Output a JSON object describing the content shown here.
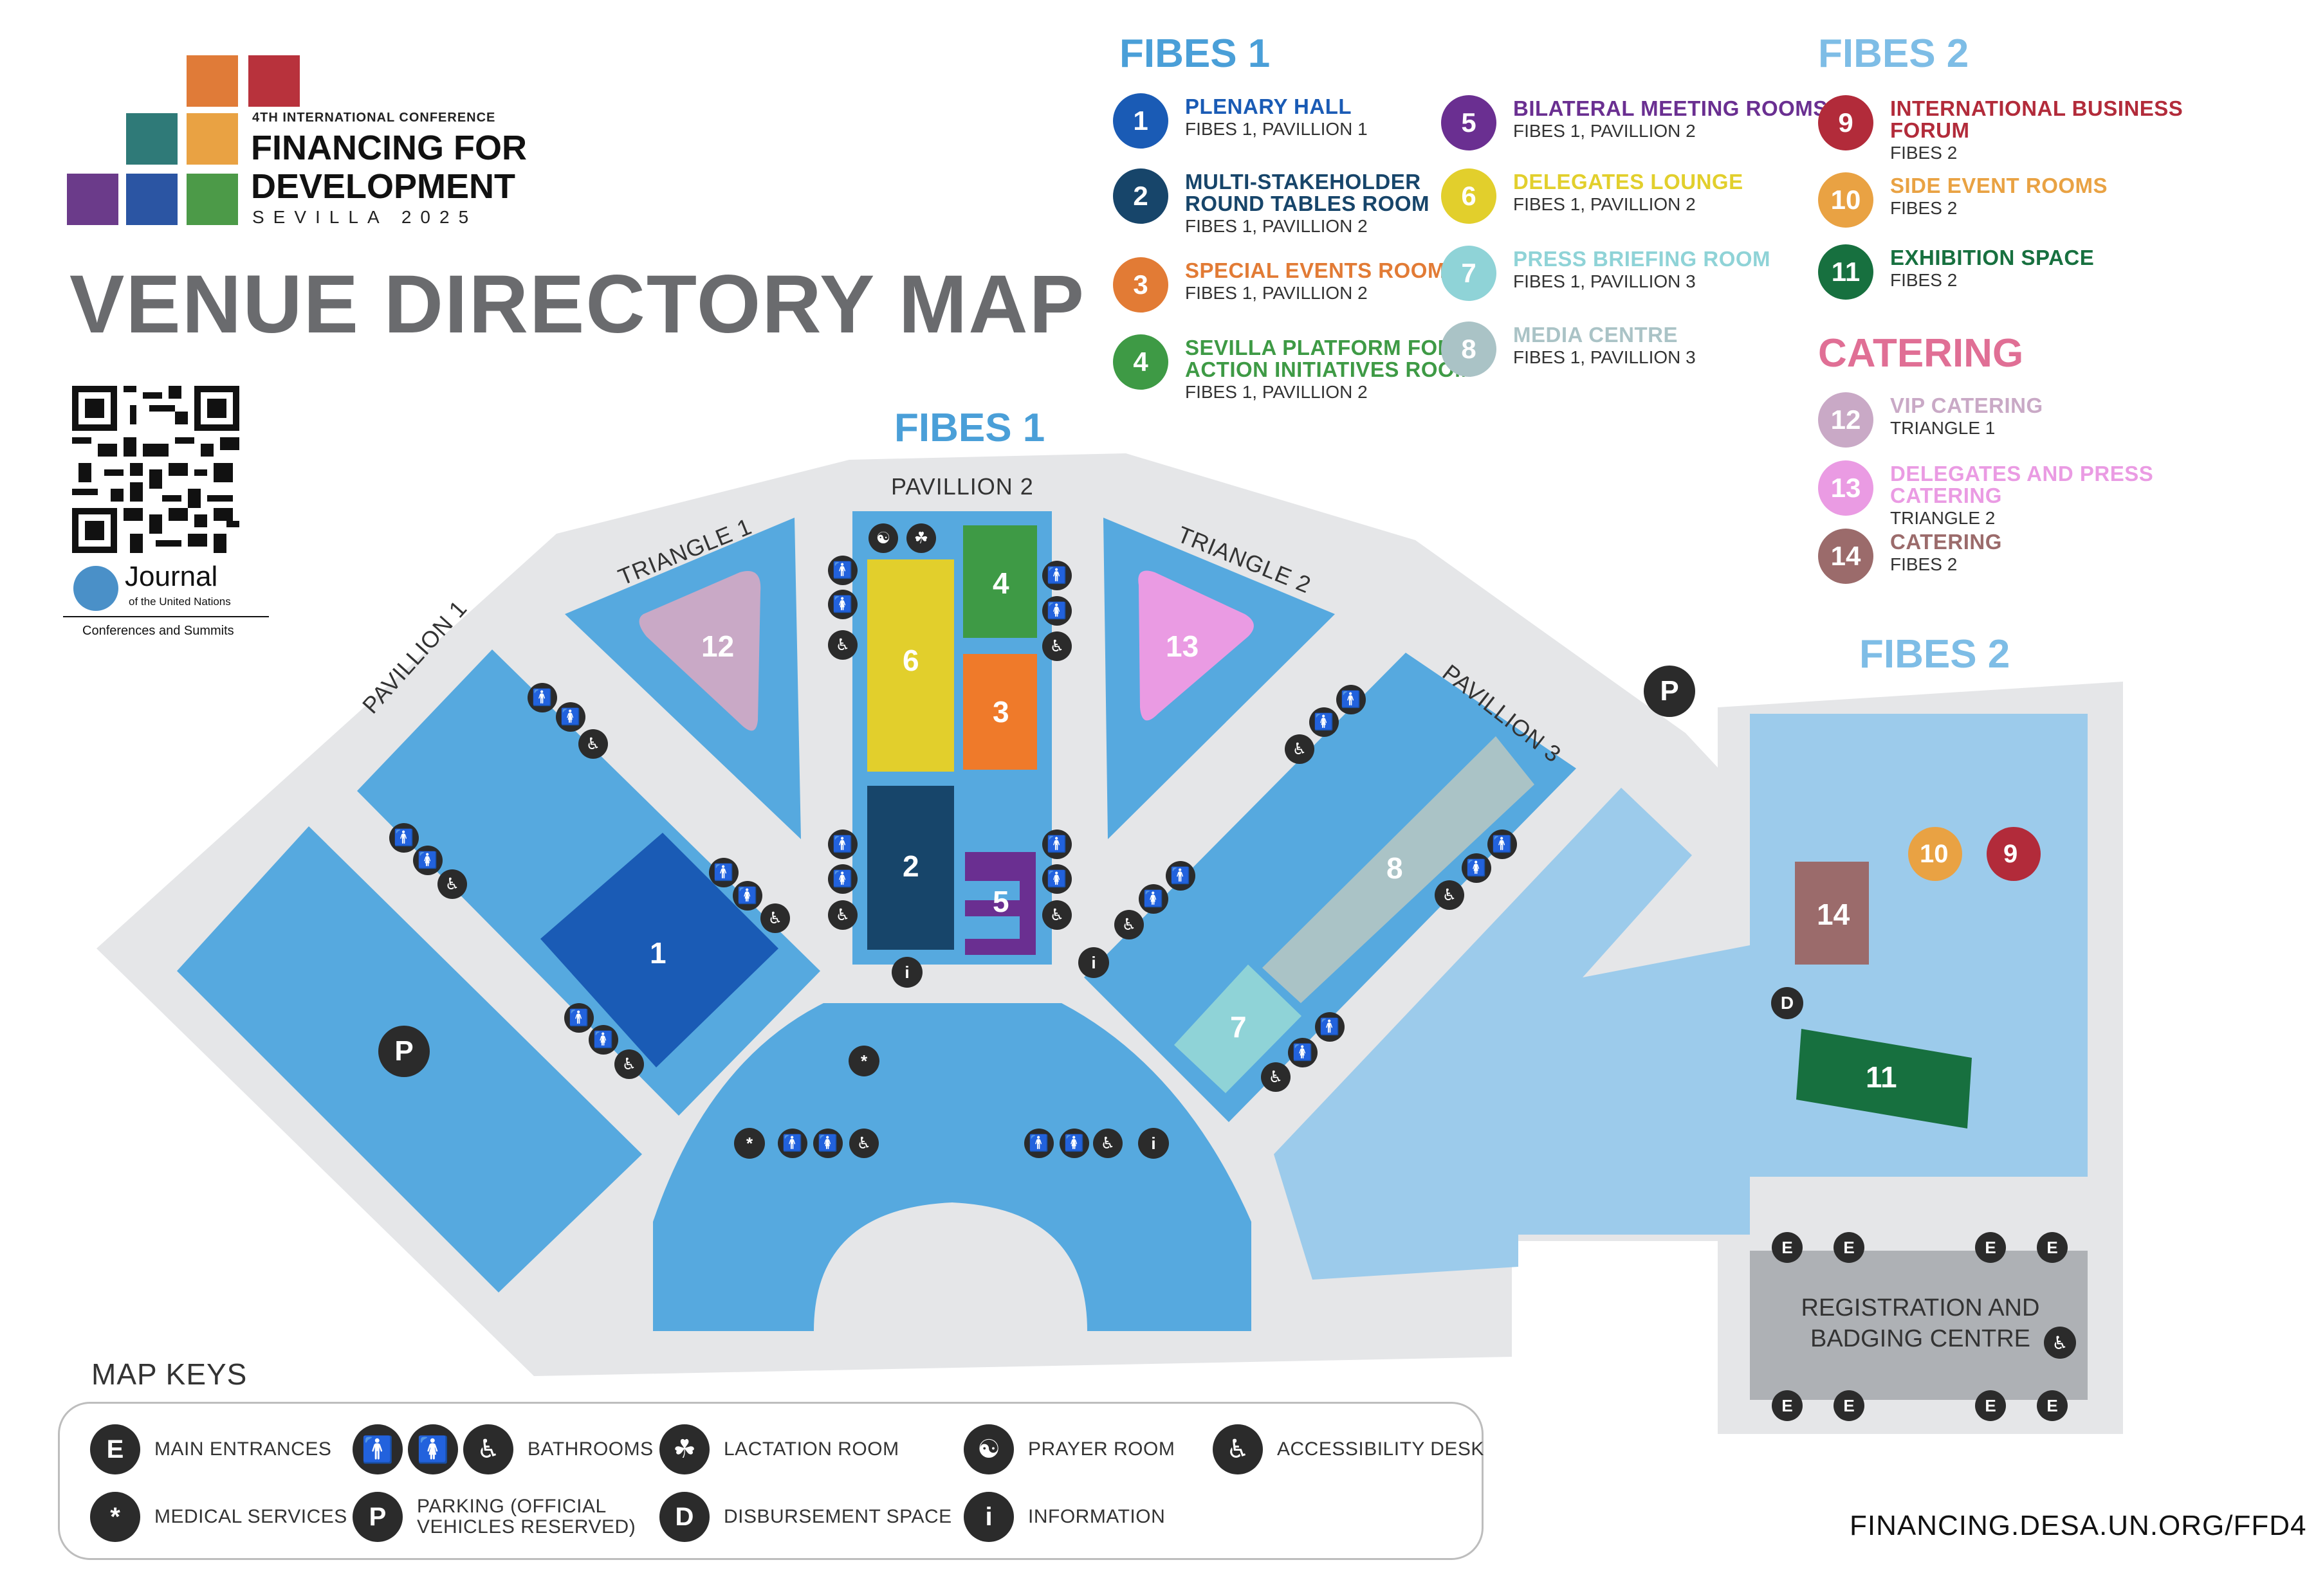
{
  "header": {
    "conf_small": "4TH INTERNATIONAL CONFERENCE",
    "conf_line1": "FINANCING FOR",
    "conf_line2": "DEVELOPMENT",
    "conf_city": "SEVILLA 2025",
    "title": "VENUE DIRECTORY MAP",
    "journal": "Journal",
    "journal_sub": "of the United Nations",
    "journal_caption": "Conferences and Summits"
  },
  "colors": {
    "logo": [
      "#e07b38",
      "#b8323c",
      "#2f7a78",
      "#e9a243",
      "#6b3b8a",
      "#2b55a3",
      "#4c9a48"
    ]
  },
  "legend": {
    "fibes1_head": "FIBES 1",
    "fibes2_head": "FIBES 2",
    "catering_head": "CATERING",
    "items": [
      {
        "n": "1",
        "name1": "PLENARY HALL",
        "name2": "",
        "loc": "FIBES 1, PAVILLION 1",
        "color": "#1a5bb5"
      },
      {
        "n": "2",
        "name1": "MULTI-STAKEHOLDER",
        "name2": "ROUND TABLES ROOM",
        "loc": "FIBES 1, PAVILLION 2",
        "color": "#17456a"
      },
      {
        "n": "3",
        "name1": "SPECIAL EVENTS ROOM",
        "name2": "",
        "loc": "FIBES 1, PAVILLION 2",
        "color": "#e27b35"
      },
      {
        "n": "4",
        "name1": "SEVILLA PLATFORM FOR",
        "name2": "ACTION INITIATIVES ROOM",
        "loc": "FIBES 1, PAVILLION 2",
        "color": "#3e9a45"
      },
      {
        "n": "5",
        "name1": "BILATERAL MEETING ROOMS",
        "name2": "",
        "loc": "FIBES 1, PAVILLION 2",
        "color": "#6a2f91"
      },
      {
        "n": "6",
        "name1": "DELEGATES LOUNGE",
        "name2": "",
        "loc": "FIBES 1, PAVILLION 2",
        "color": "#e2cf2c"
      },
      {
        "n": "7",
        "name1": "PRESS BRIEFING ROOM",
        "name2": "",
        "loc": "FIBES 1, PAVILLION 3",
        "color": "#8fd3d7"
      },
      {
        "n": "8",
        "name1": "MEDIA CENTRE",
        "name2": "",
        "loc": "FIBES 1, PAVILLION 3",
        "color": "#aac3c6"
      },
      {
        "n": "9",
        "name1": "INTERNATIONAL BUSINESS FORUM",
        "name2": "",
        "loc": "FIBES 2",
        "color": "#b22b3a"
      },
      {
        "n": "10",
        "name1": "SIDE EVENT ROOMS",
        "name2": "",
        "loc": "FIBES 2",
        "color": "#e9a243"
      },
      {
        "n": "11",
        "name1": "EXHIBITION SPACE",
        "name2": "",
        "loc": "FIBES 2",
        "color": "#17703f"
      },
      {
        "n": "12",
        "name1": "VIP CATERING",
        "name2": "",
        "loc": "TRIANGLE 1",
        "color": "#c9a9c6"
      },
      {
        "n": "13",
        "name1": "DELEGATES AND PRESS CATERING",
        "name2": "",
        "loc": "TRIANGLE 2",
        "color": "#ea9be3"
      },
      {
        "n": "14",
        "name1": "CATERING",
        "name2": "",
        "loc": "FIBES 2",
        "color": "#9b6b6b"
      }
    ]
  },
  "map": {
    "fibes1": "FIBES 1",
    "fibes2": "FIBES 2",
    "pavillion1": "PAVILLION 1",
    "pavillion2": "PAVILLION 2",
    "pavillion3": "PAVILLION 3",
    "triangle1": "TRIANGLE 1",
    "triangle2": "TRIANGLE 2",
    "registration1": "REGISTRATION AND",
    "registration2": "BADGING CENTRE",
    "parking": "P",
    "entrance": "E",
    "disbursement": "D",
    "info": "i",
    "medical": "*"
  },
  "keys": {
    "title": "MAP KEYS",
    "main_entrances": "MAIN ENTRANCES",
    "bathrooms": "BATHROOMS",
    "lactation": "LACTATION ROOM",
    "prayer": "PRAYER ROOM",
    "accessibility": "ACCESSIBILITY DESK",
    "medical": "MEDICAL SERVICES",
    "parking1": "PARKING (OFFICIAL",
    "parking2": "VEHICLES RESERVED)",
    "disbursement": "DISBURSEMENT SPACE",
    "information": "INFORMATION"
  },
  "footer": {
    "url": "FINANCING.DESA.UN.ORG/FFD4"
  }
}
